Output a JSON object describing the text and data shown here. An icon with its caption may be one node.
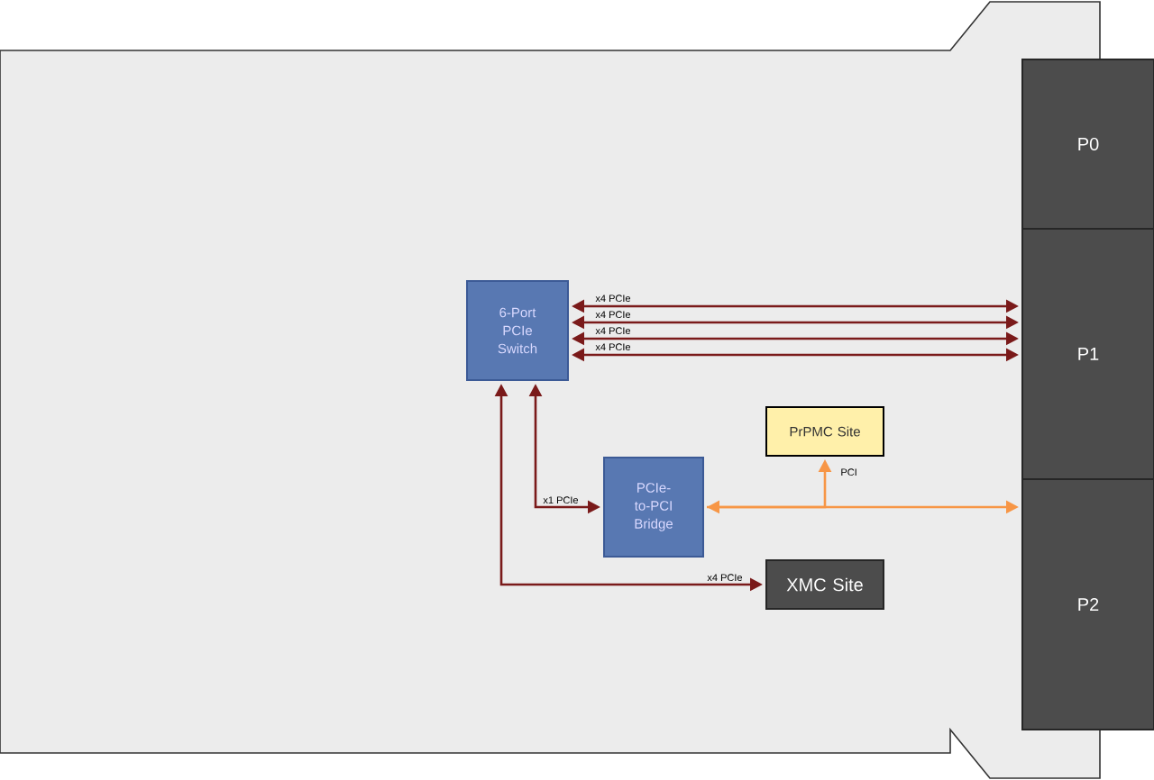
{
  "diagram": {
    "nodes": [
      {
        "text": [
          "P0"
        ]
      },
      {
        "text": [
          "P1"
        ]
      },
      {
        "text": [
          "P2"
        ]
      },
      {
        "text": [
          "6-Port PCIe Switch"
        ]
      },
      {
        "text": [
          "PCIe-to-PCI Bridge"
        ]
      },
      {
        "text": [
          "PrPMC Site"
        ]
      },
      {
        "text": [
          "XMC Site"
        ]
      }
    ],
    "edges": [
      {
        "from": 3,
        "to": 1,
        "arrow": "both",
        "label": "x4 PCIe"
      },
      {
        "from": 3,
        "to": 1,
        "arrow": "both",
        "label": "x4 PCIe"
      },
      {
        "from": 3,
        "to": 1,
        "arrow": "both",
        "label": "x4 PCIe"
      },
      {
        "from": 3,
        "to": 1,
        "arrow": "both",
        "label": "x4 PCIe"
      },
      {
        "from": 3,
        "to": 4,
        "arrow": "both",
        "label": "x1 PCIe"
      },
      {
        "from": 3,
        "to": 6,
        "arrow": "both",
        "label": "x4 PCIe"
      },
      {
        "from": 4,
        "to": 2,
        "arrow": "both",
        "color": "#f79646"
      },
      {
        "from": 4,
        "to": 5,
        "arrow": "to",
        "label": "PCI",
        "color": "#f79646"
      }
    ]
  }
}
